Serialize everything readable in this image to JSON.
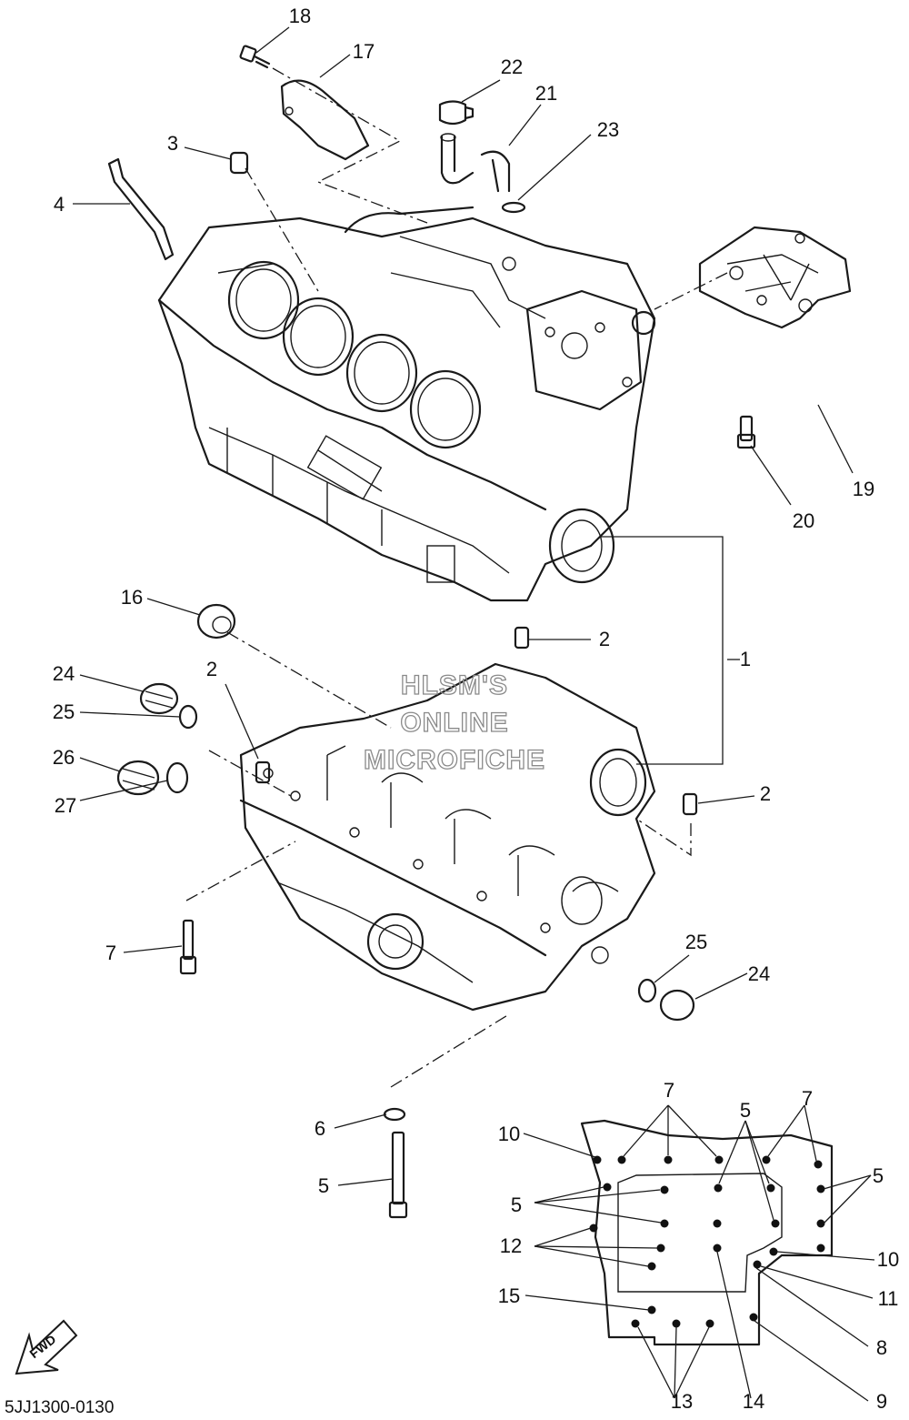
{
  "diagram": {
    "part_code": "5JJ1300-0130",
    "fwd_label": "FWD",
    "watermark": [
      "HLSM'S",
      "ONLINE",
      "MICROFICHE"
    ],
    "callouts": {
      "c1": "1",
      "c2a": "2",
      "c2b": "2",
      "c2c": "2",
      "c3": "3",
      "c4": "4",
      "c5a": "5",
      "c5b": "5",
      "c5c": "5",
      "c5d": "5",
      "c6": "6",
      "c7a": "7",
      "c7b": "7",
      "c7c": "7",
      "c8": "8",
      "c9": "9",
      "c10a": "10",
      "c10b": "10",
      "c11": "11",
      "c12": "12",
      "c13": "13",
      "c14": "14",
      "c15": "15",
      "c16": "16",
      "c17": "17",
      "c18": "18",
      "c19": "19",
      "c20": "20",
      "c21": "21",
      "c22": "22",
      "c23": "23",
      "c24a": "24",
      "c24b": "24",
      "c25a": "25",
      "c25b": "25",
      "c26": "26",
      "c27": "27"
    }
  }
}
